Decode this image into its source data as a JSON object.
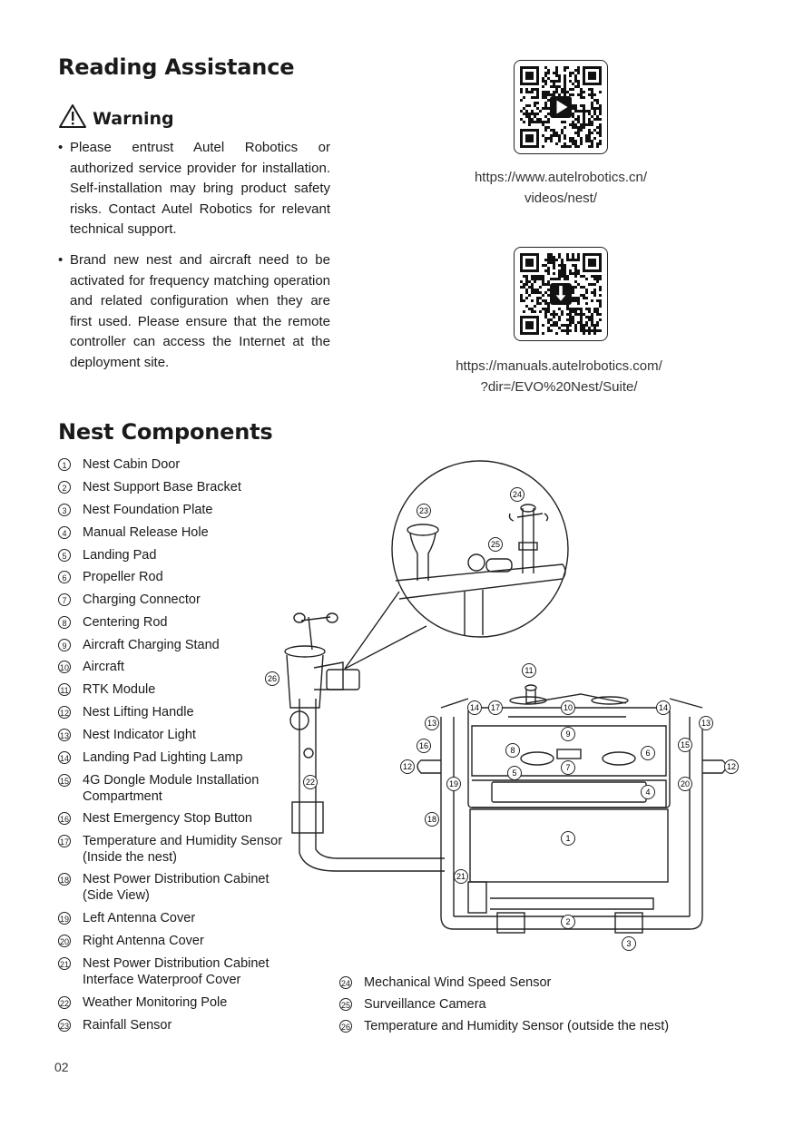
{
  "heading_reading": "Reading Assistance",
  "warning_label": "Warning",
  "bullets": [
    "Please entrust Autel Robotics or authorized service provider for installation. Self-installation may bring product safety risks. Contact Autel Robotics for relevant technical support.",
    "Brand new nest and aircraft need to be activated for frequency matching operation and related configuration when they are first used. Please ensure that the remote controller can access the Internet at the deployment site."
  ],
  "bullet_char": "•",
  "qr1": {
    "line1": "https://www.autelrobotics.cn/",
    "line2": "videos/nest/"
  },
  "qr2": {
    "line1": "https://manuals.autelrobotics.com/",
    "line2": "?dir=/EVO%20Nest/Suite/"
  },
  "heading_components": "Nest Components",
  "components": [
    {
      "n": "1",
      "label": "Nest Cabin Door"
    },
    {
      "n": "2",
      "label": "Nest Support Base Bracket"
    },
    {
      "n": "3",
      "label": "Nest Foundation Plate"
    },
    {
      "n": "4",
      "label": "Manual Release Hole"
    },
    {
      "n": "5",
      "label": "Landing Pad"
    },
    {
      "n": "6",
      "label": "Propeller Rod"
    },
    {
      "n": "7",
      "label": "Charging Connector"
    },
    {
      "n": "8",
      "label": "Centering Rod"
    },
    {
      "n": "9",
      "label": "Aircraft Charging Stand"
    },
    {
      "n": "10",
      "label": "Aircraft"
    },
    {
      "n": "11",
      "label": "RTK Module"
    },
    {
      "n": "12",
      "label": "Nest Lifting Handle"
    },
    {
      "n": "13",
      "label": "Nest Indicator Light"
    },
    {
      "n": "14",
      "label": "Landing Pad Lighting Lamp"
    },
    {
      "n": "15",
      "label": "4G Dongle Module Installation Compartment"
    },
    {
      "n": "16",
      "label": "Nest Emergency Stop Button"
    },
    {
      "n": "17",
      "label": "Temperature and Humidity Sensor (Inside the nest)"
    },
    {
      "n": "18",
      "label": "Nest Power Distribution Cabinet (Side View)"
    },
    {
      "n": "19",
      "label": "Left Antenna Cover"
    },
    {
      "n": "20",
      "label": "Right Antenna Cover"
    },
    {
      "n": "21",
      "label": "Nest Power Distribution Cabinet Interface Waterproof Cover"
    },
    {
      "n": "22",
      "label": "Weather Monitoring Pole"
    },
    {
      "n": "23",
      "label": "Rainfall Sensor"
    }
  ],
  "components_right": [
    {
      "n": "24",
      "label": "Mechanical Wind Speed Sensor"
    },
    {
      "n": "25",
      "label": "Surveillance Camera"
    },
    {
      "n": "26",
      "label": "Temperature and Humidity Sensor (outside the nest)"
    }
  ],
  "page_number": "02"
}
